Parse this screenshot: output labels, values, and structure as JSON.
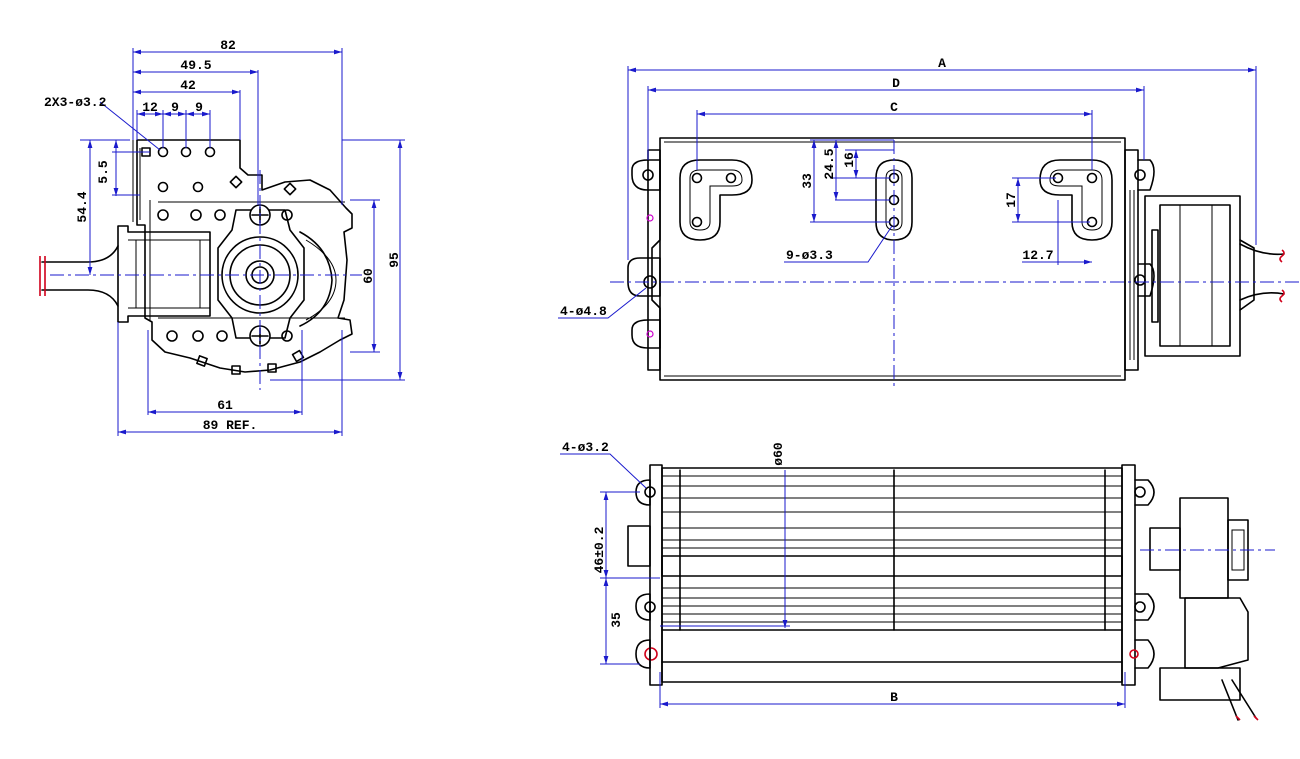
{
  "front_view": {
    "dimensions": {
      "overall_width_top": "82",
      "hole_span_1": "49.5",
      "hole_span_2": "42",
      "hole_pitch_a": "12",
      "hole_pitch_b": "9",
      "hole_pitch_c": "9",
      "hole_spec": "2X3-ø3.2",
      "offset_small": "5.5",
      "height_to_center": "54.4",
      "inner_height": "60",
      "overall_height": "95",
      "base_span": "61",
      "overall_width_ref": "89 REF."
    }
  },
  "top_view": {
    "dimensions": {
      "length_a": "A",
      "length_d": "D",
      "length_c": "C",
      "vert_33": "33",
      "vert_24_5": "24.5",
      "vert_16": "16",
      "vert_17": "17",
      "horiz_12_7": "12.7",
      "slot_holes": "9-ø3.3",
      "mount_holes": "4-ø4.8"
    }
  },
  "side_view": {
    "dimensions": {
      "mount_holes": "4-ø3.2",
      "diameter": "ø60",
      "height_46": "46±0.2",
      "height_35": "35",
      "length_b": "B"
    }
  },
  "colors": {
    "outline": "#000000",
    "dimension": "#1a1acc",
    "highlight_red": "#d0001a",
    "highlight_magenta": "#cc00cc"
  }
}
